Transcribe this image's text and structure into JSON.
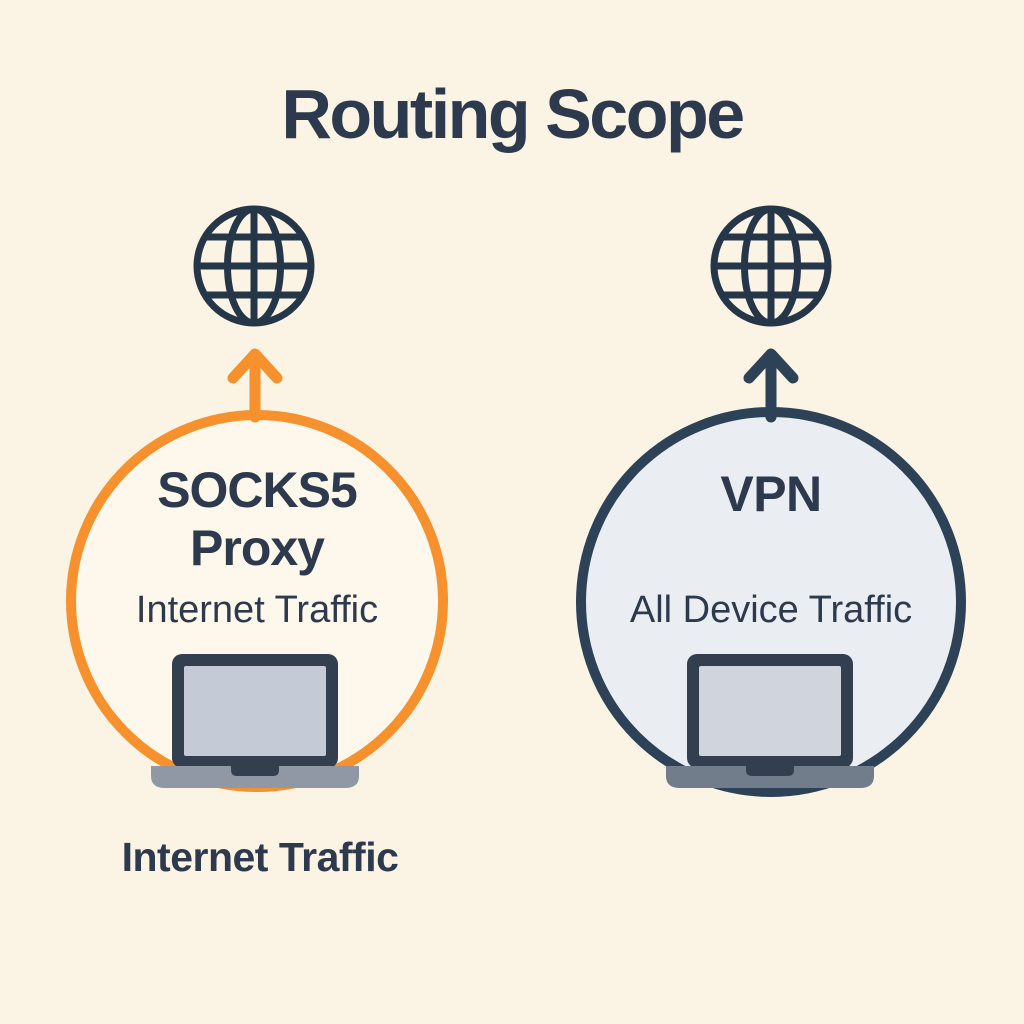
{
  "title": "Routing Scope",
  "left_group": {
    "name": "SOCKS5 Proxy",
    "heading_line1": "SOCKS5",
    "heading_line2": "Proxy",
    "scope_label": "Internet Traffic",
    "caption": "Internet Traffic"
  },
  "right_group": {
    "name": "VPN",
    "heading": "VPN",
    "scope_label": "All Device Traffic"
  },
  "icons": {
    "globe": "globe-icon",
    "arrow_up": "arrow-up-icon",
    "laptop": "laptop-icon"
  },
  "colors": {
    "background": "#FBF4E5",
    "text": "#2D3A4E",
    "orange": "#F6912E",
    "navy": "#2D4257",
    "globe": "#263649",
    "left_circle_fill": "#FDF8EB",
    "right_circle_fill": "#EAEEF3",
    "laptop_frame": "#333F4F",
    "laptop_screen_left": "#C4CAD6",
    "laptop_screen_right": "#CFD4DD",
    "laptop_base_left": "#8F98A4",
    "laptop_base_right": "#727D8B"
  }
}
